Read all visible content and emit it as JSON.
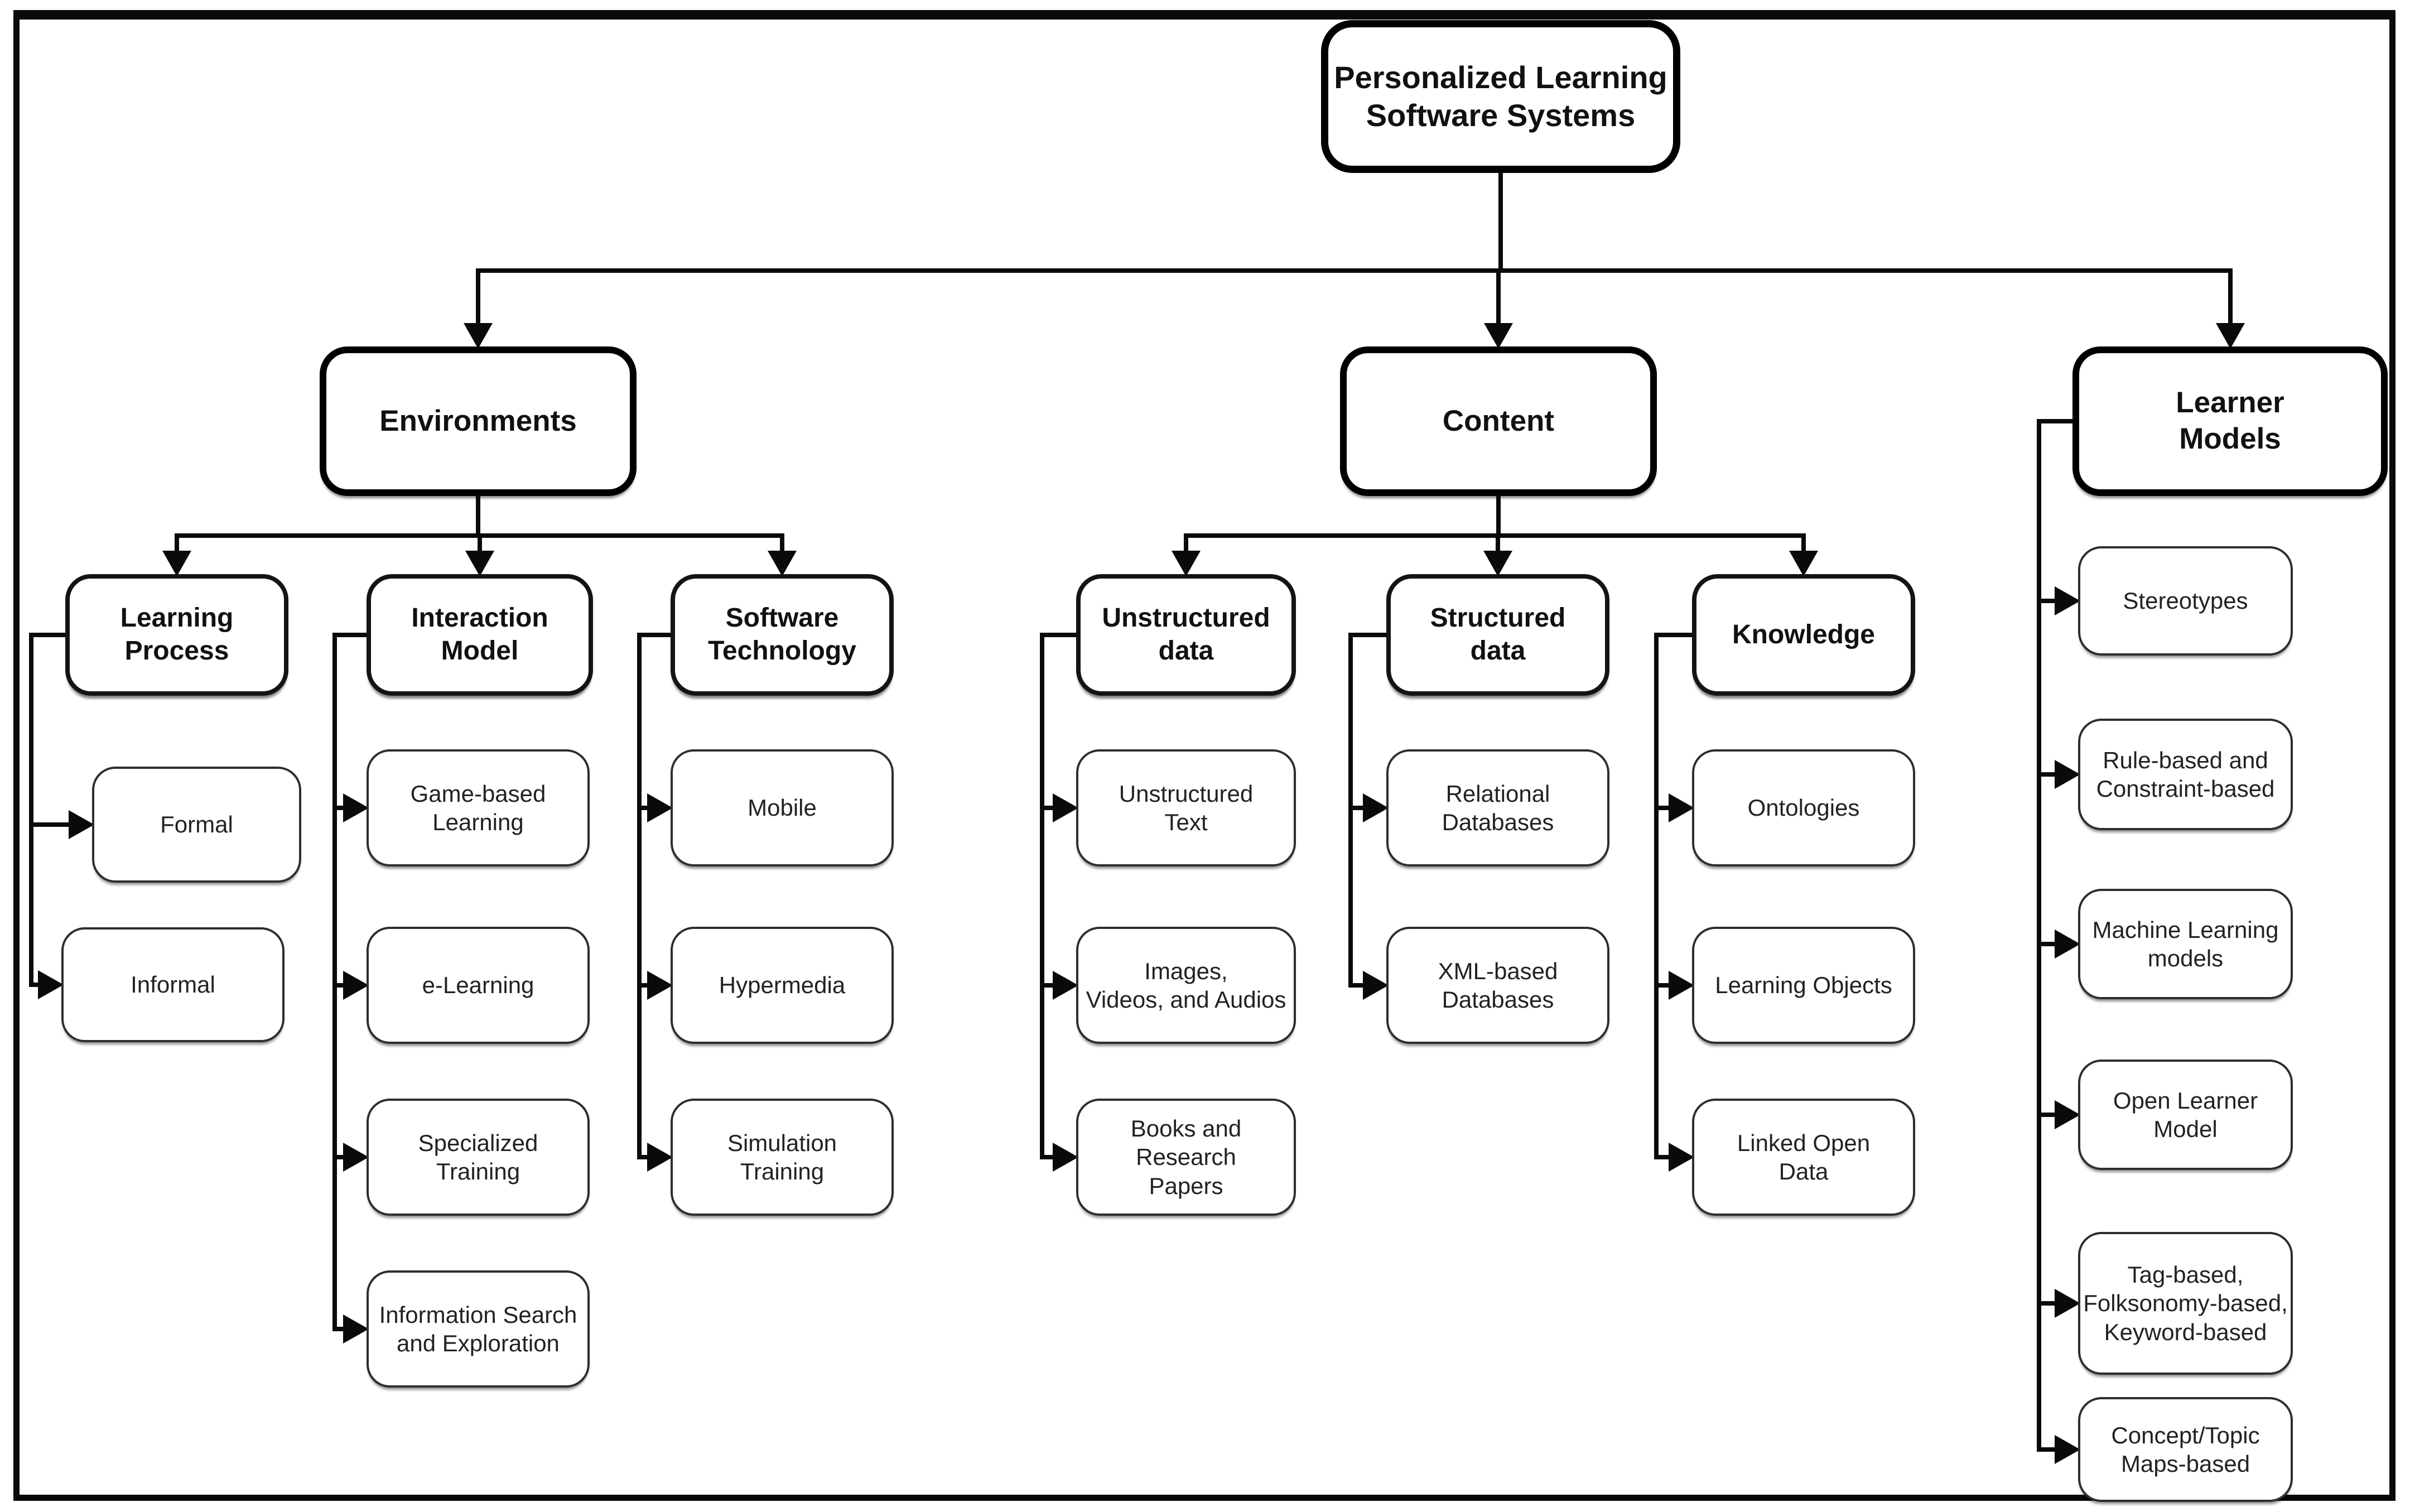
{
  "diagram": {
    "type": "tree",
    "line_color": "#0a0a0a",
    "box_background": "#ffffff",
    "nodes": [
      {
        "id": "root",
        "label": "Personalized Learning\nSoftware Systems",
        "level": "root",
        "parent": null
      },
      {
        "id": "environments",
        "label": "Environments",
        "level": "branch",
        "parent": "root"
      },
      {
        "id": "content",
        "label": "Content",
        "level": "branch",
        "parent": "root"
      },
      {
        "id": "learner-models",
        "label": "Learner\nModels",
        "level": "branch",
        "parent": "root"
      },
      {
        "id": "learning-process",
        "label": "Learning\nProcess",
        "level": "header",
        "parent": "environments"
      },
      {
        "id": "interaction-model",
        "label": "Interaction\nModel",
        "level": "header",
        "parent": "environments"
      },
      {
        "id": "software-technology",
        "label": "Software\nTechnology",
        "level": "header",
        "parent": "environments"
      },
      {
        "id": "unstructured-data",
        "label": "Unstructured\ndata",
        "level": "header",
        "parent": "content"
      },
      {
        "id": "structured-data",
        "label": "Structured\ndata",
        "level": "header",
        "parent": "content"
      },
      {
        "id": "knowledge",
        "label": "Knowledge",
        "level": "header",
        "parent": "content"
      },
      {
        "id": "formal",
        "label": "Formal",
        "level": "leaf",
        "parent": "learning-process"
      },
      {
        "id": "informal",
        "label": "Informal",
        "level": "leaf",
        "parent": "learning-process"
      },
      {
        "id": "game-based-learning",
        "label": "Game-based\nLearning",
        "level": "leaf",
        "parent": "interaction-model"
      },
      {
        "id": "e-learning",
        "label": "e-Learning",
        "level": "leaf",
        "parent": "interaction-model"
      },
      {
        "id": "specialized-training",
        "label": "Specialized\nTraining",
        "level": "leaf",
        "parent": "interaction-model"
      },
      {
        "id": "information-search-exploration",
        "label": "Information Search\nand Exploration",
        "level": "leaf",
        "parent": "interaction-model"
      },
      {
        "id": "mobile",
        "label": "Mobile",
        "level": "leaf",
        "parent": "software-technology"
      },
      {
        "id": "hypermedia",
        "label": "Hypermedia",
        "level": "leaf",
        "parent": "software-technology"
      },
      {
        "id": "simulation-training",
        "label": "Simulation\nTraining",
        "level": "leaf",
        "parent": "software-technology"
      },
      {
        "id": "unstructured-text",
        "label": "Unstructured\nText",
        "level": "leaf",
        "parent": "unstructured-data"
      },
      {
        "id": "images-videos-audios",
        "label": "Images,\nVideos, and Audios",
        "level": "leaf",
        "parent": "unstructured-data"
      },
      {
        "id": "books-research-papers",
        "label": "Books and Research\nPapers",
        "level": "leaf",
        "parent": "unstructured-data"
      },
      {
        "id": "relational-databases",
        "label": "Relational\nDatabases",
        "level": "leaf",
        "parent": "structured-data"
      },
      {
        "id": "xml-based-databases",
        "label": "XML-based\nDatabases",
        "level": "leaf",
        "parent": "structured-data"
      },
      {
        "id": "ontologies",
        "label": "Ontologies",
        "level": "leaf",
        "parent": "knowledge"
      },
      {
        "id": "learning-objects",
        "label": "Learning Objects",
        "level": "leaf",
        "parent": "knowledge"
      },
      {
        "id": "linked-open-data",
        "label": "Linked Open\nData",
        "level": "leaf",
        "parent": "knowledge"
      },
      {
        "id": "stereotypes",
        "label": "Stereotypes",
        "level": "leaf",
        "parent": "learner-models"
      },
      {
        "id": "rule-based-constraint-based",
        "label": "Rule-based and\nConstraint-based",
        "level": "leaf",
        "parent": "learner-models"
      },
      {
        "id": "machine-learning-models",
        "label": "Machine Learning\nmodels",
        "level": "leaf",
        "parent": "learner-models"
      },
      {
        "id": "open-learner-model",
        "label": "Open Learner\nModel",
        "level": "leaf",
        "parent": "learner-models"
      },
      {
        "id": "tag-folksonomy-keyword-based",
        "label": "Tag-based,\nFolksonomy-based,\nKeyword-based",
        "level": "leaf",
        "parent": "learner-models"
      },
      {
        "id": "concept-topic-maps-based",
        "label": "Concept/Topic\nMaps-based",
        "level": "leaf",
        "parent": "learner-models"
      }
    ]
  }
}
